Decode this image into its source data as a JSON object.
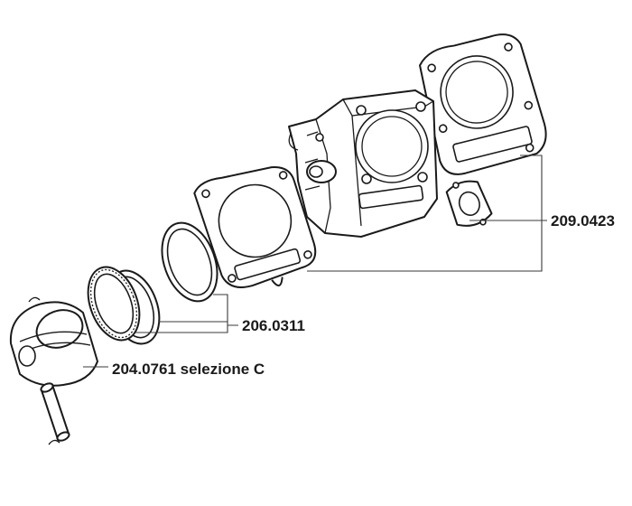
{
  "labels": {
    "gasket_kit": "209.0423",
    "piston_rings": "206.0311",
    "piston": "204.0761 selezione C"
  },
  "colors": {
    "line": "#1a1a1a",
    "leader": "#3a3a3a",
    "background": "#ffffff"
  }
}
